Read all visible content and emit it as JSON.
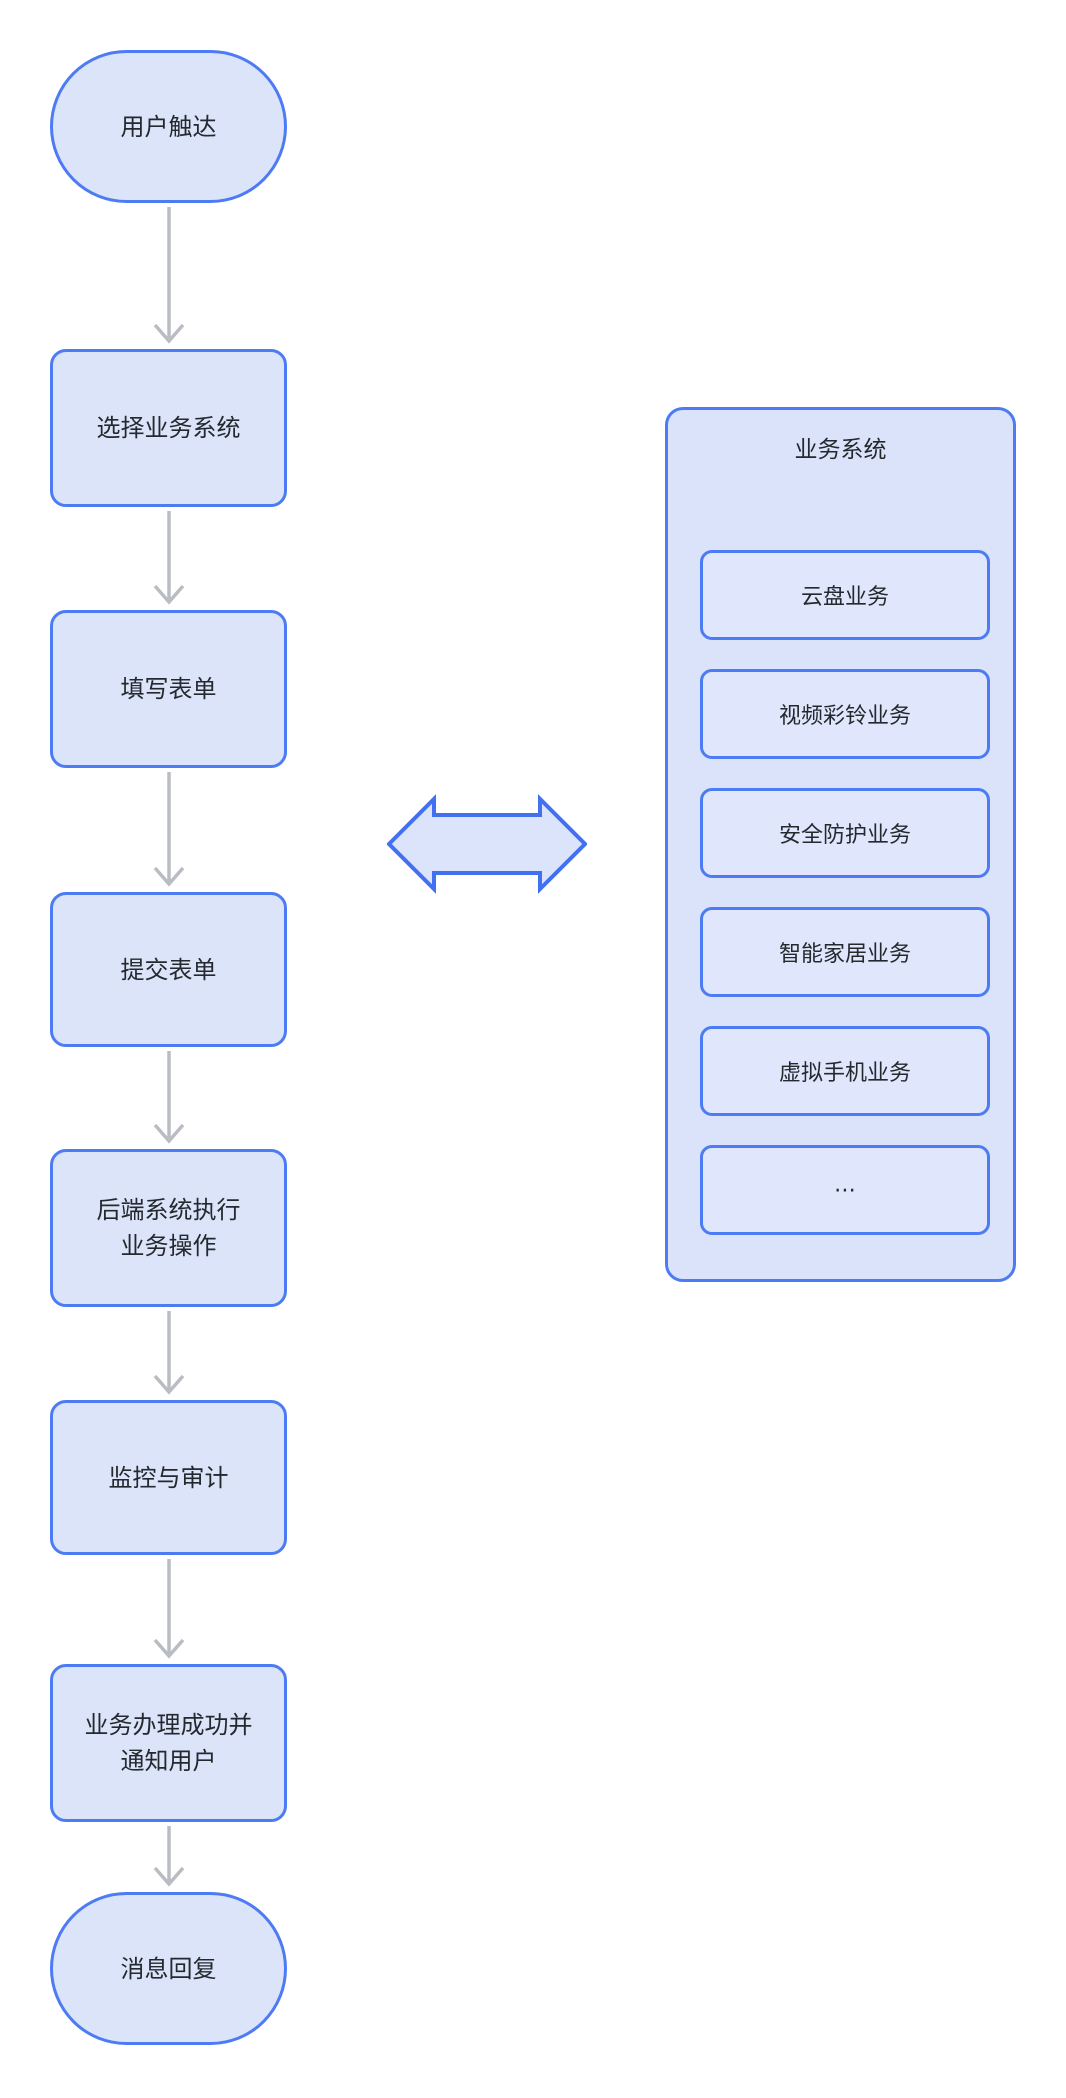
{
  "colors": {
    "background": "#ffffff",
    "node_border": "#4c7bf4",
    "node_fill": "#dce4fa",
    "panel_fill": "#dbe3fa",
    "inner_fill": "#e0e7fc",
    "arrow_gray": "#b9bdc3",
    "double_arrow_stroke": "#4170f1",
    "double_arrow_fill": "#dbe4fb",
    "text": "#24292e"
  },
  "flow": {
    "nodes": [
      {
        "id": "start",
        "type": "terminal",
        "label": "用户触达"
      },
      {
        "id": "select",
        "type": "process",
        "label": "选择业务系统"
      },
      {
        "id": "fill",
        "type": "process",
        "label": "填写表单"
      },
      {
        "id": "submit",
        "type": "process",
        "label": "提交表单"
      },
      {
        "id": "backend",
        "type": "process",
        "label": "后端系统执行\n业务操作"
      },
      {
        "id": "monitor",
        "type": "process",
        "label": "监控与审计"
      },
      {
        "id": "notify",
        "type": "process",
        "label": "业务办理成功并\n通知用户"
      },
      {
        "id": "end",
        "type": "terminal",
        "label": "消息回复"
      }
    ]
  },
  "system_panel": {
    "title": "业务系统",
    "items": [
      "云盘业务",
      "视频彩铃业务",
      "安全防护业务",
      "智能家居业务",
      "虚拟手机业务",
      "⋯"
    ]
  }
}
